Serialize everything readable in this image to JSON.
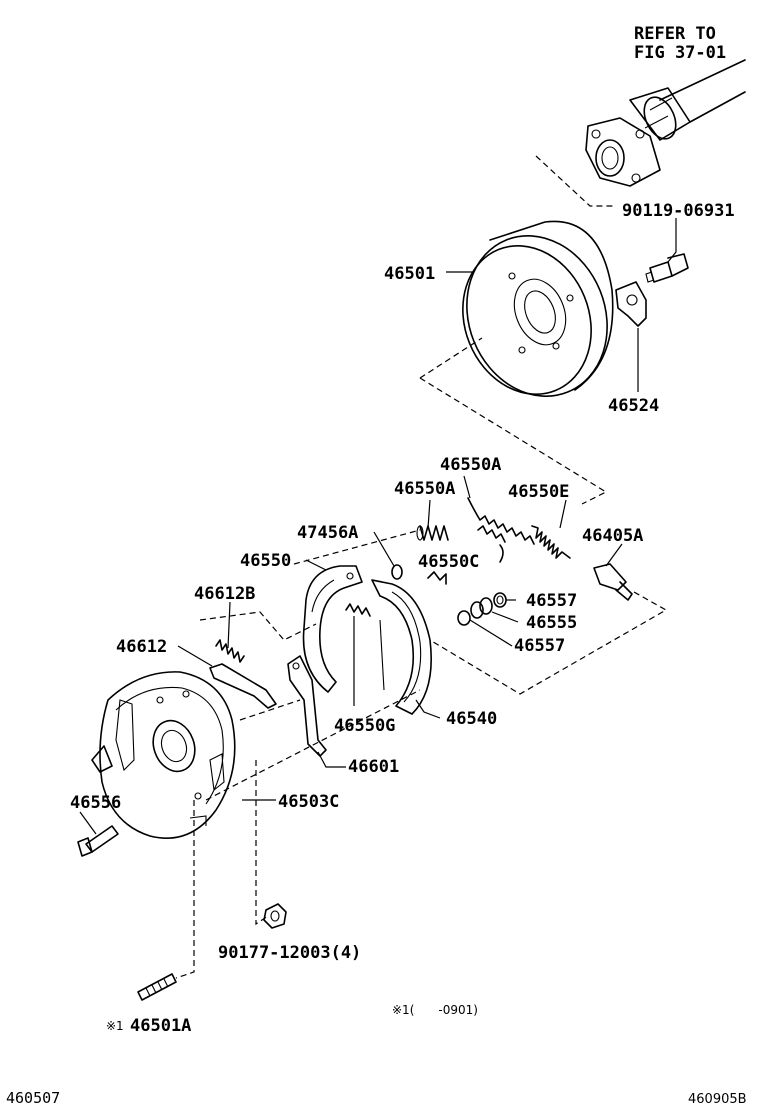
{
  "reference": {
    "line1": "REFER TO",
    "line2": "FIG 37-01"
  },
  "labels": {
    "p46501": "46501",
    "p90119": "90119-06931",
    "p46524": "46524",
    "p46550A_top": "46550A",
    "p46550A": "46550A",
    "p46550E": "46550E",
    "p47456A": "47456A",
    "p46550C": "46550C",
    "p46405A": "46405A",
    "p46550": "46550",
    "p46612B": "46612B",
    "p46557a": "46557",
    "p46555": "46555",
    "p46557b": "46557",
    "p46612": "46612",
    "p46550G": "46550G",
    "p46540": "46540",
    "p46601": "46601",
    "p46556": "46556",
    "p46503C": "46503C",
    "p90177": "90177-12003(4)",
    "p46501A": "46501A",
    "p46501A_mark": "※1",
    "note": "※1(　　-0901)"
  },
  "footer": {
    "left": "460507",
    "right": "460905B"
  }
}
